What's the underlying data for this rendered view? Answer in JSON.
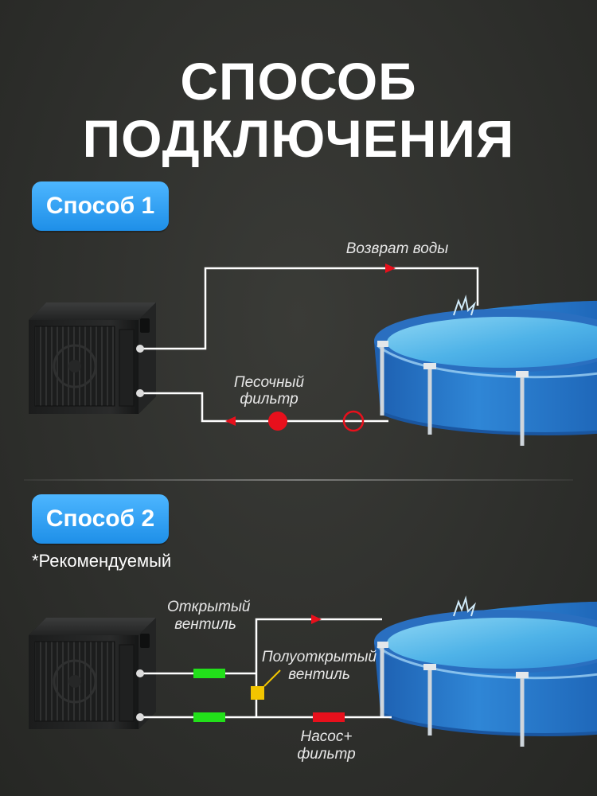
{
  "title": {
    "line1": "СПОСОБ",
    "line2": "ПОДКЛЮЧЕНИЯ"
  },
  "method1": {
    "badge": "Способ 1",
    "water_return_label": "Возврат воды",
    "sand_filter_label_1": "Песочный",
    "sand_filter_label_2": "фильтр"
  },
  "method2": {
    "badge": "Способ 2",
    "recommended": "*Рекомендуемый",
    "open_valve_label_1": "Открытый",
    "open_valve_label_2": "вентиль",
    "half_open_valve_label_1": "Полуоткрытый",
    "half_open_valve_label_2": "вентиль",
    "pump_filter_label_1": "Насос+",
    "pump_filter_label_2": "фильтр"
  },
  "colors": {
    "accent_red": "#e8101c",
    "valve_green": "#22e01a",
    "valve_yellow": "#f2c500",
    "pump_red": "#e8101c",
    "badge_blue": "#2a98f0",
    "pool_blue": "#2b7fd0"
  }
}
